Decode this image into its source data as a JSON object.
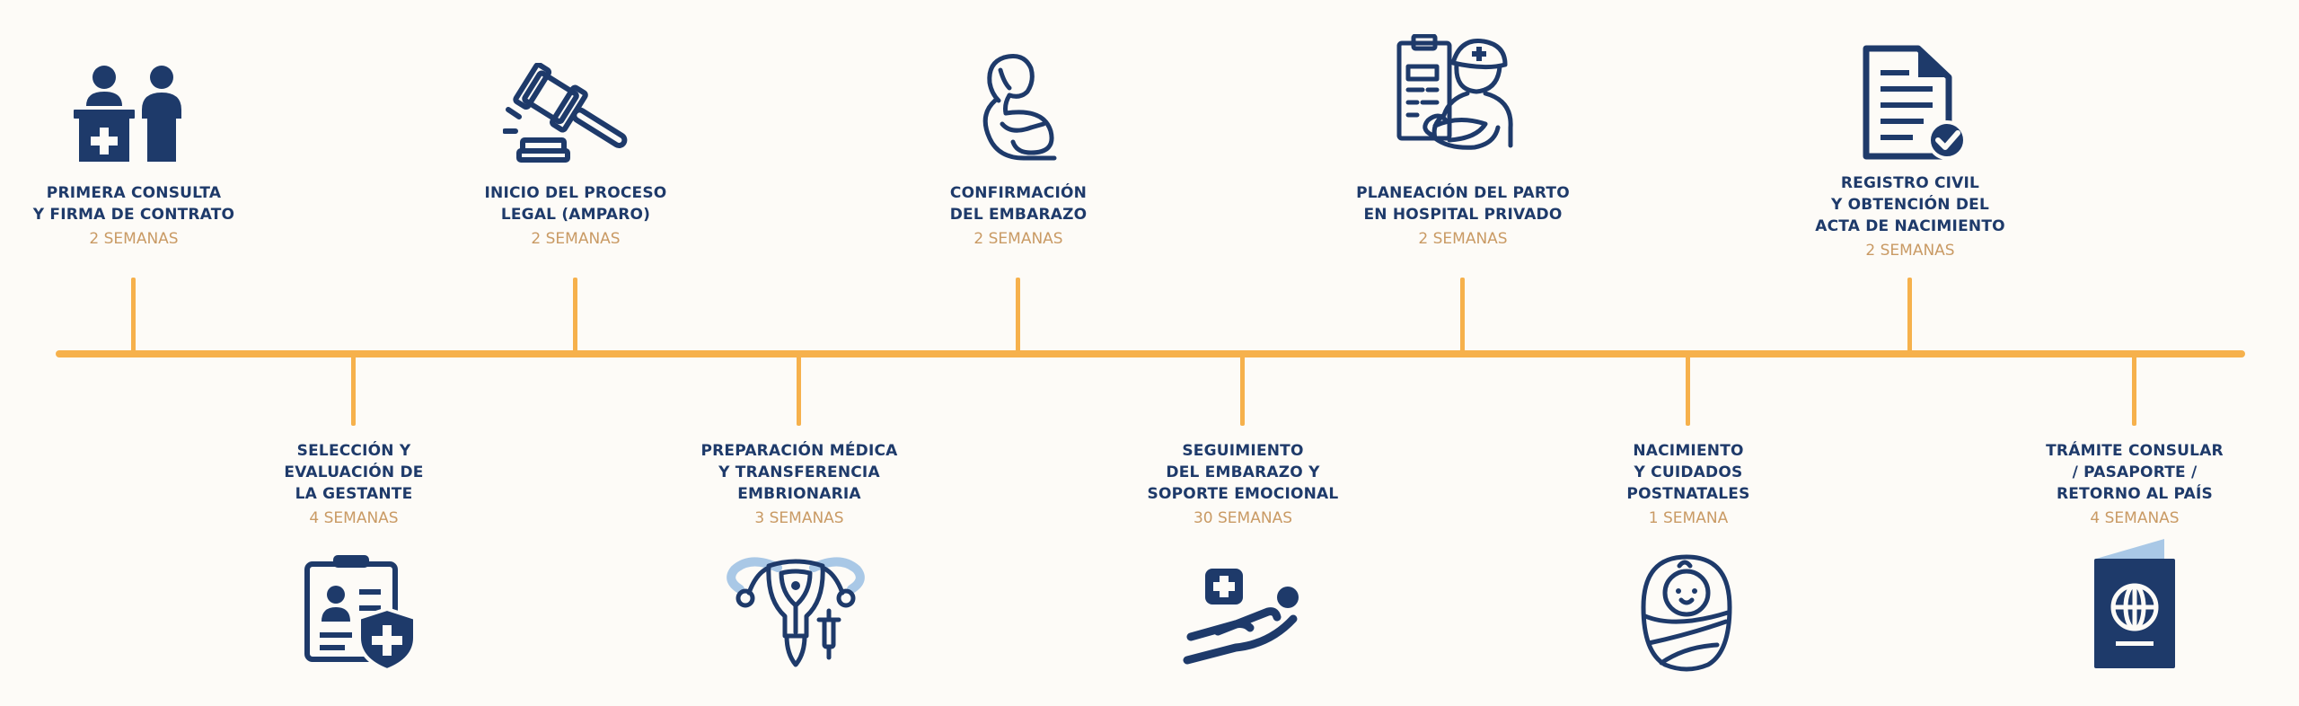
{
  "colors": {
    "navy": "#1e3a6a",
    "orange": "#f6b14c",
    "tan": "#c99a64",
    "light_blue": "#a9c8e6",
    "background": "#fdfbf7"
  },
  "steps": [
    {
      "label": "PRIMERA CONSULTA\nY FIRMA DE CONTRATO",
      "duration": "2 SEMANAS",
      "icon": "consultation-icon",
      "side": "top"
    },
    {
      "label": "SELECCIÓN Y\nEVALUACIÓN DE\nLA GESTANTE",
      "duration": "4 SEMANAS",
      "icon": "id-card-shield-icon",
      "side": "bottom"
    },
    {
      "label": "INICIO DEL PROCESO\nLEGAL (AMPARO)",
      "duration": "2 SEMANAS",
      "icon": "gavel-icon",
      "side": "top"
    },
    {
      "label": "PREPARACIÓN MÉDICA\nY TRANSFERENCIA\nEMBRIONARIA",
      "duration": "3 SEMANAS",
      "icon": "uterus-icon",
      "side": "bottom"
    },
    {
      "label": "CONFIRMACIÓN\nDEL EMBARAZO",
      "duration": "2 SEMANAS",
      "icon": "pregnant-woman-icon",
      "side": "top"
    },
    {
      "label": "SEGUIMIENTO\nDEL EMBARAZO Y\nSOPORTE EMOCIONAL",
      "duration": "30 SEMANAS",
      "icon": "care-support-icon",
      "side": "bottom"
    },
    {
      "label": "PLANEACIÓN DEL PARTO\nEN HOSPITAL PRIVADO",
      "duration": "2 SEMANAS",
      "icon": "nurse-newborn-icon",
      "side": "top"
    },
    {
      "label": "NACIMIENTO\nY CUIDADOS\nPOSTNATALES",
      "duration": "1 SEMANA",
      "icon": "swaddled-baby-icon",
      "side": "bottom"
    },
    {
      "label": "REGISTRO CIVIL\nY OBTENCIÓN DEL\nACTA DE NACIMIENTO",
      "duration": "2 SEMANAS",
      "icon": "certificate-icon",
      "side": "top"
    },
    {
      "label": "TRÁMITE CONSULAR\n/ PASAPORTE /\nRETORNO AL PAÍS",
      "duration": "4 SEMANAS",
      "icon": "passport-icon",
      "side": "bottom"
    }
  ]
}
